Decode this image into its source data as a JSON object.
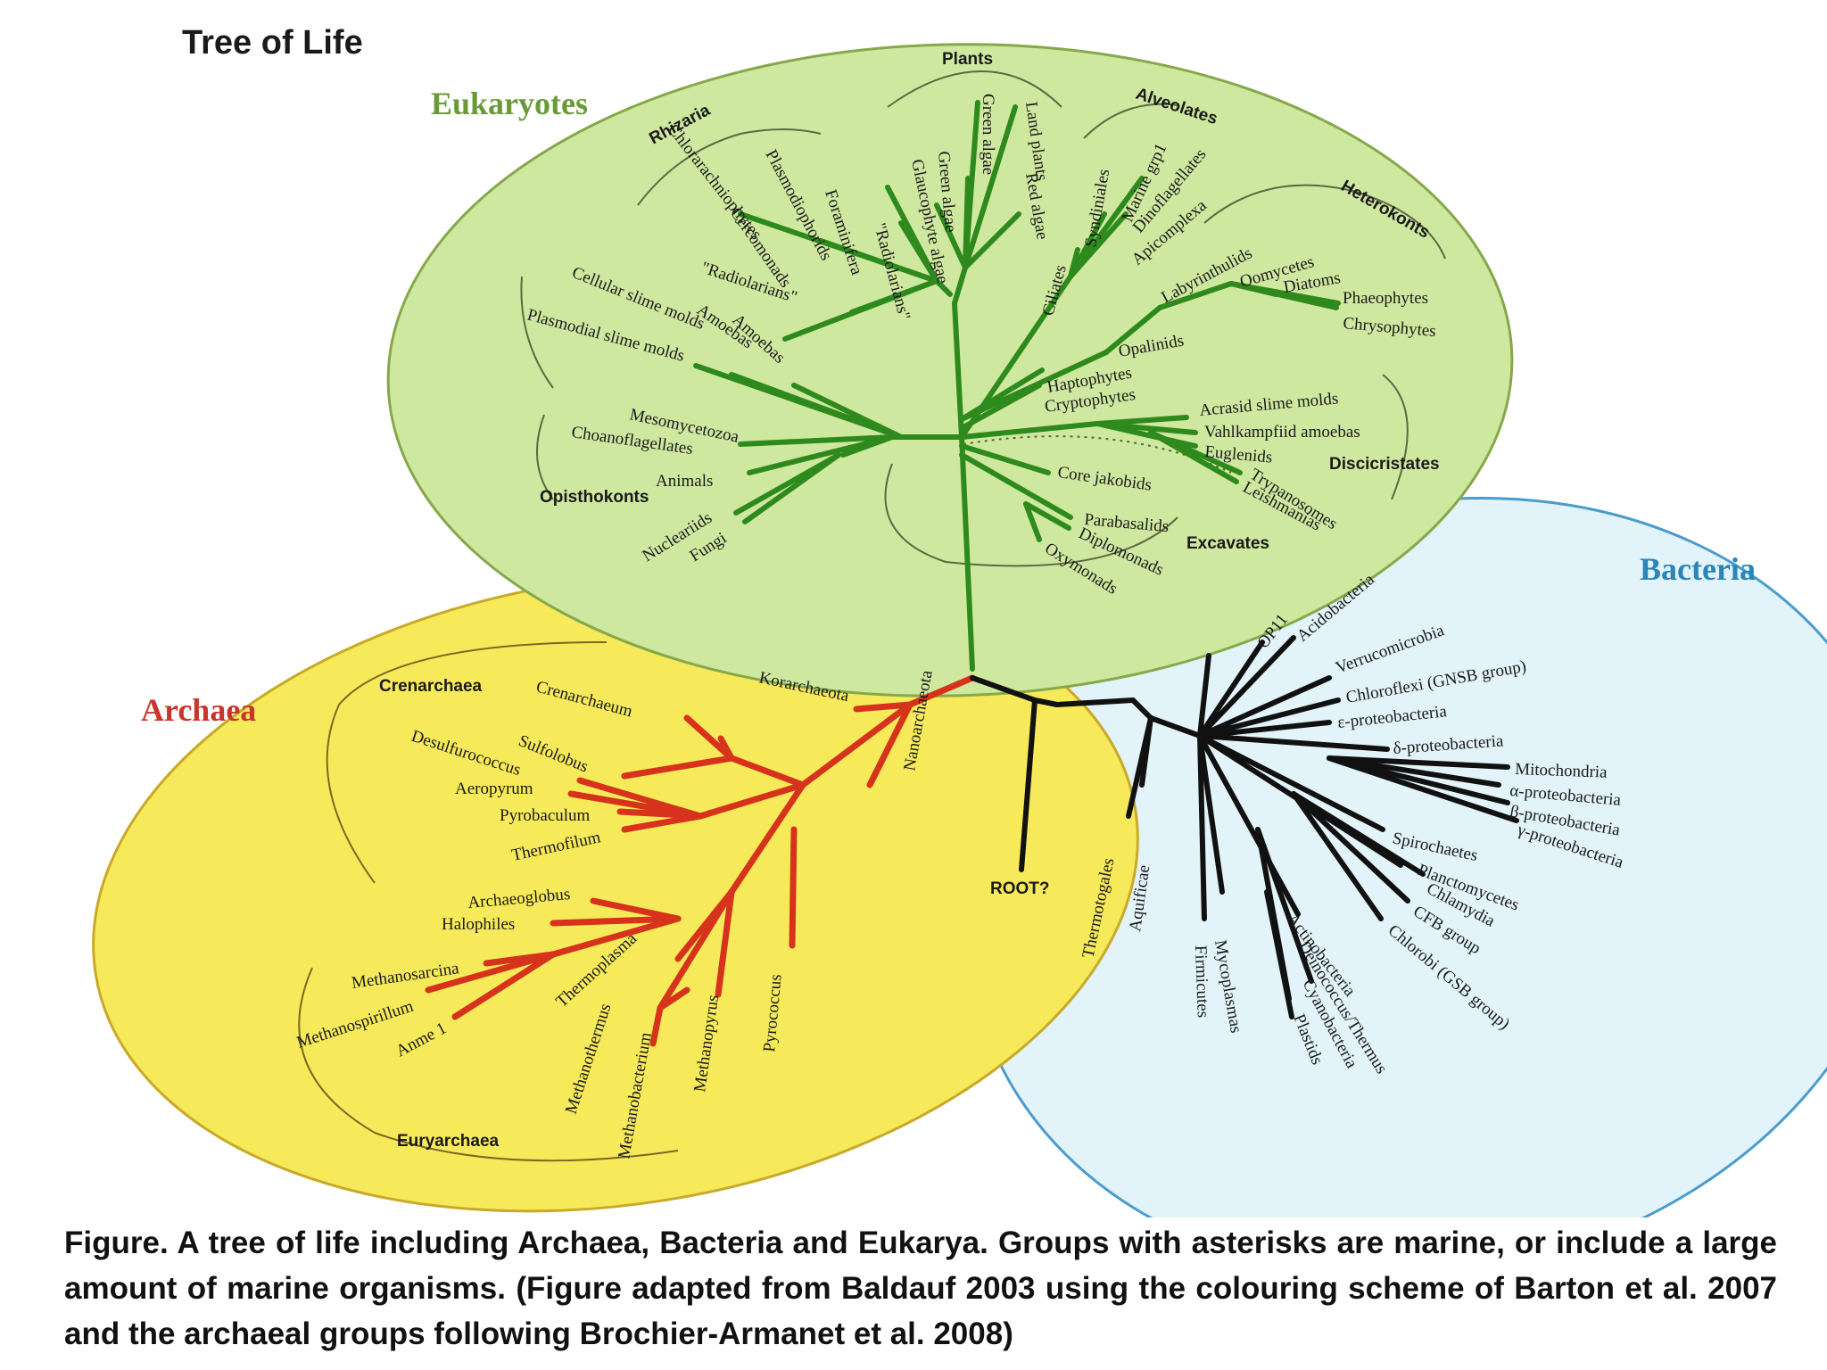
{
  "title": "Tree of Life",
  "domains": {
    "eukaryotes": {
      "label": "Eukaryotes",
      "color": "#2e8a1c",
      "fill": "#cfe8a0",
      "color_text": "#6a9a38"
    },
    "archaea": {
      "label": "Archaea",
      "color": "#d6321c",
      "fill": "#f7ea5a",
      "color_text": "#c8352a"
    },
    "bacteria": {
      "label": "Bacteria",
      "color": "#111111",
      "fill": "#e2f3f9",
      "color_text": "#2a86b8"
    }
  },
  "eukaryote_groups": {
    "plants": "Plants",
    "rhizaria": "Rhizaria",
    "alveolates": "Alveolates",
    "heterokonts": "Heterokonts",
    "discicristates": "Discicristates",
    "excavates": "Excavates",
    "opisthokonts": "Opisthokonts"
  },
  "eukaryote_leaves": {
    "land_plants": "Land plants",
    "green_algae_1": "Green algae",
    "green_algae_2": "Green algae",
    "red_algae": "Red algae",
    "glaucophyte_algae": "Glaucophyte algae",
    "chlorarachniophytes": "Chlorarachniophytes",
    "plasmodiophorids": "Plasmodiophorids",
    "foraminifera": "Foraminifera",
    "radiolarians_1": "\"Radiolarians\"",
    "radiolarians_2": "\"Radiolarians\"",
    "cercomonads": "Cercomonads",
    "amoebas_1": "Amoebas",
    "amoebas_2": "Amoebas",
    "cellular_slime_molds": "Cellular slime molds",
    "plasmodial_slime_molds": "Plasmodial slime molds",
    "ciliates": "Ciliates",
    "syndiniales": "Syndiniales",
    "marine_grp1": "Marine grp1",
    "dinoflagellates": "Dinoflagellates",
    "apicomplexa": "Apicomplexa",
    "labyrinthulids": "Labyrinthulids",
    "oomycetes": "Oomycetes",
    "diatoms": "Diatoms",
    "phaeophytes": "Phaeophytes",
    "chrysophytes": "Chrysophytes",
    "opalinids": "Opalinids",
    "haptophytes": "Haptophytes",
    "cryptophytes": "Cryptophytes",
    "acrasid_slime_molds": "Acrasid slime molds",
    "vahlkampfiid_amoebas": "Vahlkampfiid amoebas",
    "euglenids": "Euglenids",
    "trypanosomes": "Trypanosomes",
    "leishmanias": "Leishmanias",
    "core_jakobids": "Core jakobids",
    "parabasalids": "Parabasalids",
    "diplomonads": "Diplomonads",
    "oxymonads": "Oxymonads",
    "mesomycetozoa": "Mesomycetozoa",
    "choanoflagellates": "Choanoflagellates",
    "animals": "Animals",
    "nucleariids": "Nucleariids",
    "fungi": "Fungi"
  },
  "archaea_groups": {
    "crenarchaea": "Crenarchaea",
    "euryarchaea": "Euryarchaea"
  },
  "archaea_leaves": {
    "crenarchaeum": "Crenarchaeum",
    "korarchaeota": "Korarchaeota",
    "sulfolobus": "Sulfolobus",
    "desulfurococcus": "Desulfurococcus",
    "aeropyrum": "Aeropyrum",
    "pyrobaculum": "Pyrobaculum",
    "thermofilum": "Thermofilum",
    "nanoarchaeota": "Nanoarchaeota",
    "archaeoglobus": "Archaeoglobus",
    "halophiles": "Halophiles",
    "methanosarcina": "Methanosarcina",
    "methanospirillum": "Methanospirillum",
    "anme1": "Anme 1",
    "thermoplasma": "Thermoplasma",
    "methanothermus": "Methanothermus",
    "methanobacterium": "Methanobacterium",
    "methanopyrus": "Methanopyrus",
    "pyrococcus": "Pyrococcus"
  },
  "bacteria_leaves": {
    "op11": "OP11",
    "acidobacteria": "Acidobacteria",
    "verrucomicrobia": "Verrucomicrobia",
    "chloroflexi": "Chloroflexi (GNSB group)",
    "epsilon": "ε-proteobacteria",
    "delta": "δ-proteobacteria",
    "mitochondria": "Mitochondria",
    "alpha": "α-proteobacteria",
    "beta": "β-proteobacteria",
    "gamma": "γ-proteobacteria",
    "spirochaetes": "Spirochaetes",
    "planctomycetes": "Planctomycetes",
    "chlamydia": "Chlamydia",
    "cfb": "CFB group",
    "chlorobi": "Chlorobi (GSB group)",
    "actinobacteria": "Actinobacteria",
    "deinococcus": "Deinococcus/Thermus",
    "cyanobacteria": "Cyanobacteria",
    "plastids": "Plastids",
    "mycoplasmas": "Mycoplasmas",
    "firmicutes": "Firmicutes",
    "thermotogales": "Thermotogales",
    "aquificae": "Aquificae",
    "root": "ROOT?"
  },
  "caption": "Figure. A tree of life including Archaea, Bacteria and Eukarya. Groups with asterisks are marine, or include a large amount of marine organisms. (Figure adapted from Baldauf 2003 using the colouring scheme of Barton et al. 2007 and the archaeal groups following Brochier-Armanet et al.  2008)"
}
